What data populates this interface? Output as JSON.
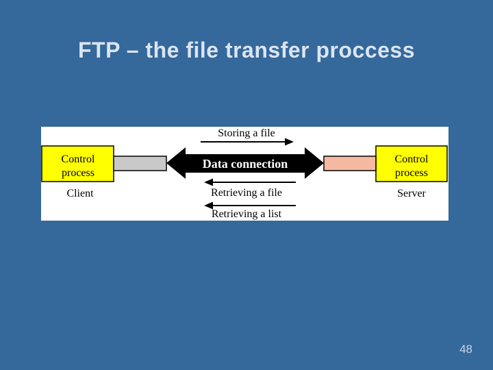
{
  "slide": {
    "title": "FTP – the file transfer proccess",
    "page_number": "48"
  },
  "diagram": {
    "client": {
      "box_line1": "Control",
      "box_line2": "process",
      "caption": "Client"
    },
    "server": {
      "box_line1": "Control",
      "box_line2": "process",
      "caption": "Server"
    },
    "data_connection_label": "Data connection",
    "flow_storing": "Storing a file",
    "flow_retrieving_file": "Retrieving a file",
    "flow_retrieving_list": "Retrieving a list"
  },
  "colors": {
    "background": "#35689b",
    "title_text": "#dbe5f1",
    "panel_background": "#ffffff",
    "process_box_fill": "#ffff00",
    "box_border": "#000000",
    "client_connector_fill": "#c9c9c9",
    "server_connector_fill": "#f5b9a2",
    "data_arrow_fill": "#000000",
    "data_arrow_text": "#ffffff",
    "diagram_text": "#000000",
    "page_number_text": "#ccd6e2"
  }
}
